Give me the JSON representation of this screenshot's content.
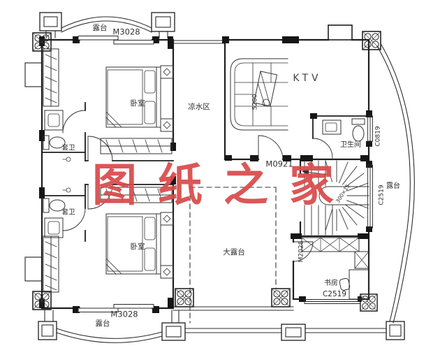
{
  "watermark": {
    "text": "图纸之家"
  },
  "colors": {
    "watermark": "#d94b4b",
    "line": "#1f1f1f",
    "background": "#ffffff"
  },
  "labels": {
    "terrace_top": "露台",
    "door_top": "M3028",
    "bedroom1": "卧室",
    "cool_area": "凉水区",
    "ktv": "KTV",
    "sofa_dim": "5200",
    "bathroom": "卫生间",
    "window_c0819": "C0819",
    "door_m0921": "M0921",
    "terrace_right": "露台",
    "window_c2519_stair": "C2519",
    "ensuite1": "套卫",
    "ensuite2": "套卫",
    "bedroom2": "卧室",
    "terrace_large": "大露台",
    "door_m2028": "M2028",
    "study": "书房",
    "window_c2519_study": "C2519",
    "stair_dim": "300×15",
    "door_bottom": "M3028",
    "terrace_bottom": "露台"
  }
}
